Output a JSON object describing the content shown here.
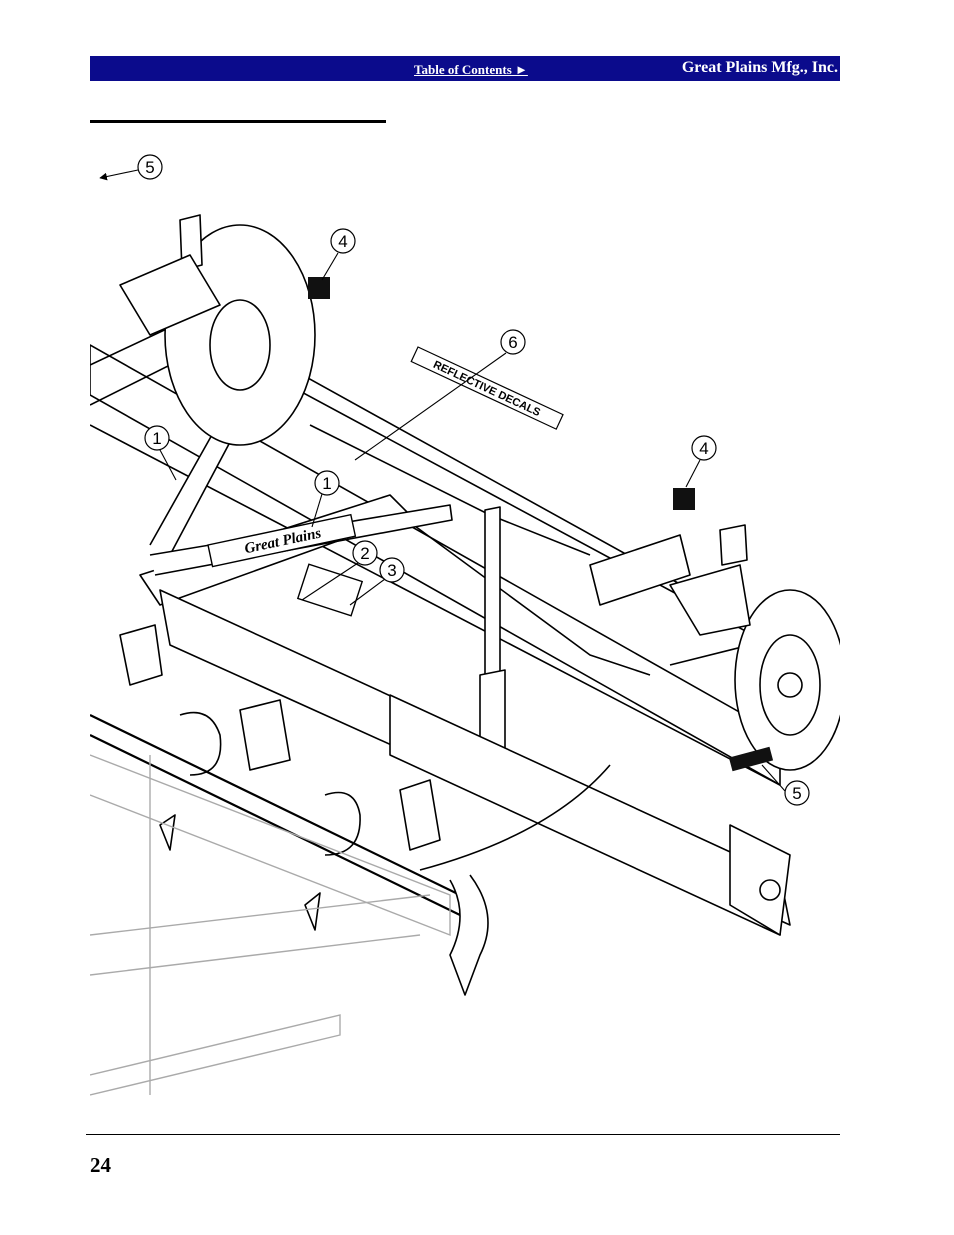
{
  "header": {
    "toc_link": "Table of Contents ►",
    "company": "Great Plains Mfg., Inc."
  },
  "figure": {
    "callouts": [
      "5",
      "4",
      "6",
      "1",
      "1",
      "2",
      "3",
      "4",
      "5"
    ],
    "decal_brand": "Great Plains",
    "decal_reflective": "REFLECTIVE DECALS"
  },
  "footer": {
    "page_number": "24"
  }
}
